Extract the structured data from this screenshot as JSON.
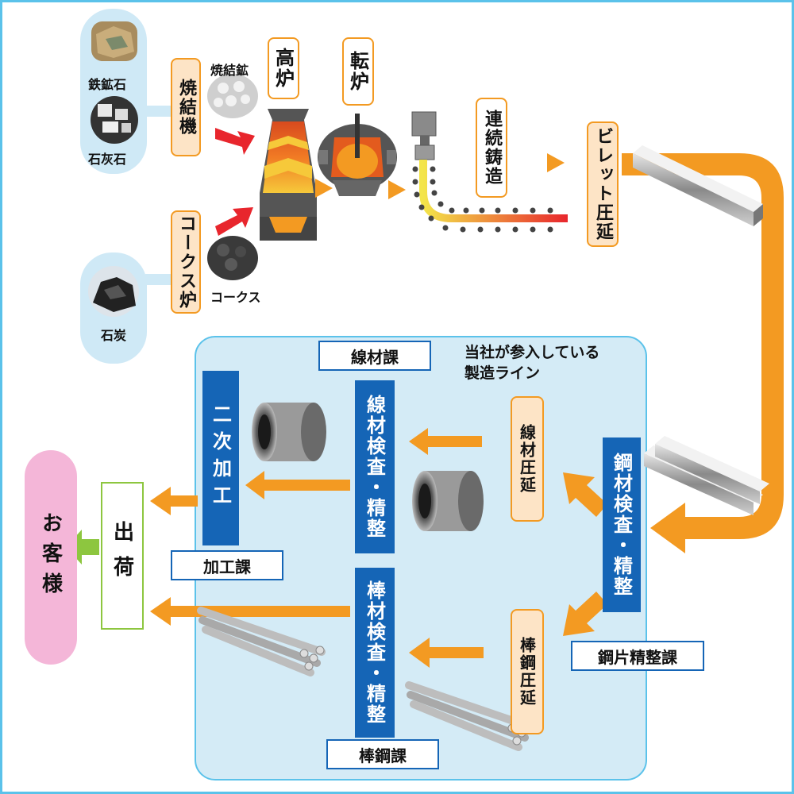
{
  "nodes": {
    "iron_ore": "鉄鉱石",
    "limestone": "石灰石",
    "coal": "石炭",
    "sinter_machine": "焼結機",
    "sinter_ore": "焼結鉱",
    "coke_oven": "コークス炉",
    "coke": "コークス",
    "blast_furnace": "高炉",
    "converter": "転炉",
    "continuous_casting": "連続鋳造",
    "billet_rolling": "ビレット圧延",
    "steel_inspection": "鋼材検査・精整",
    "wire_rolling": "線材圧延",
    "bar_rolling": "棒鋼圧延",
    "wire_inspection": "線材検査・精整",
    "bar_inspection": "棒材検査・精整",
    "secondary_processing": "二次加工",
    "shipping": "出荷",
    "customer": "お客様"
  },
  "sections": {
    "wire_dept": "線材課",
    "processing_dept": "加工課",
    "billet_dept": "鋼片精整課",
    "bar_dept": "棒鋼課"
  },
  "notes": {
    "company_line_1": "当社が参入している",
    "company_line_2": "製造ライン"
  },
  "colors": {
    "arrow_orange": "#f39a22",
    "arrow_red": "#e8262d",
    "arrow_green": "#8dc63f",
    "panel_blue": "#d4ebf6",
    "box_blue": "#1565b6",
    "raw_material_bg": "#cfe9f6",
    "customer_pink": "#f4b6d8"
  }
}
